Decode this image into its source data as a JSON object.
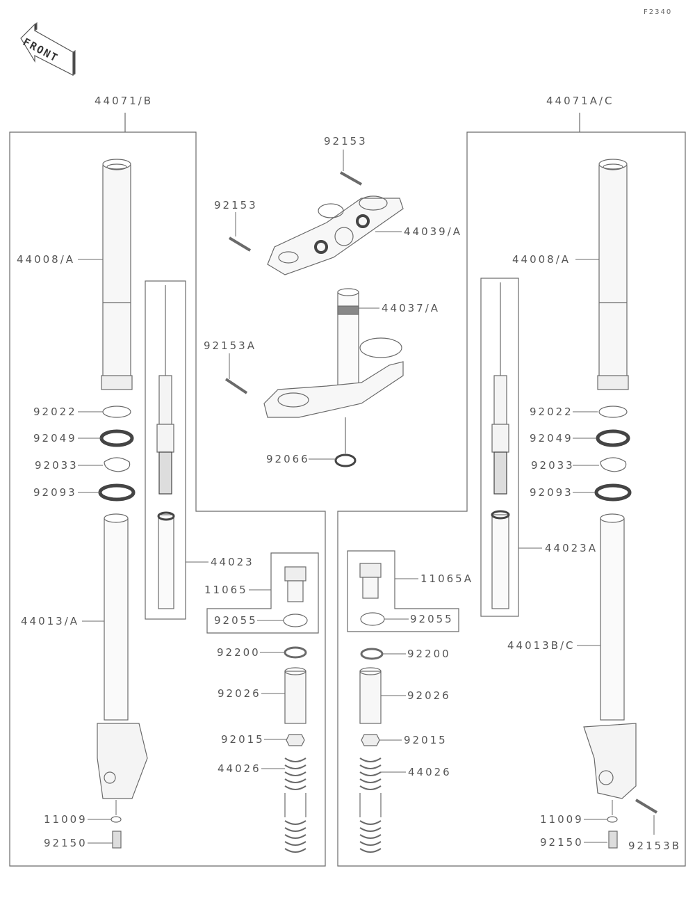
{
  "figure_id": "F2340",
  "front_arrow": "FRONT",
  "colors": {
    "line": "#6a6a6a",
    "text": "#555555",
    "part_fill": "#f4f4f4",
    "dark": "#3a3a3a"
  },
  "assemblies": {
    "left": "44071/B",
    "right": "44071A/C"
  },
  "labels": {
    "l_44008": "44008/A",
    "l_92022": "92022",
    "l_92049": "92049",
    "l_92033": "92033",
    "l_92093": "92093",
    "l_44013": "44013/A",
    "l_44023": "44023",
    "l_11065": "11065",
    "l_92055": "92055",
    "l_92200": "92200",
    "l_92026": "92026",
    "l_92015": "92015",
    "l_44026": "44026",
    "l_11009": "11009",
    "l_92150": "92150",
    "c_92153_top": "92153",
    "c_92153_left": "92153",
    "c_44039": "44039/A",
    "c_44037": "44037/A",
    "c_92153A": "92153A",
    "c_92066": "92066",
    "r_44008": "44008/A",
    "r_92022": "92022",
    "r_92049": "92049",
    "r_92033": "92033",
    "r_92093": "92093",
    "r_44023A": "44023A",
    "r_11065A": "11065A",
    "r_92055": "92055",
    "r_92200": "92200",
    "r_92026": "92026",
    "r_92015": "92015",
    "r_44026": "44026",
    "r_44013": "44013B/C",
    "r_11009": "11009",
    "r_92150": "92150",
    "r_92153B": "92153B"
  }
}
